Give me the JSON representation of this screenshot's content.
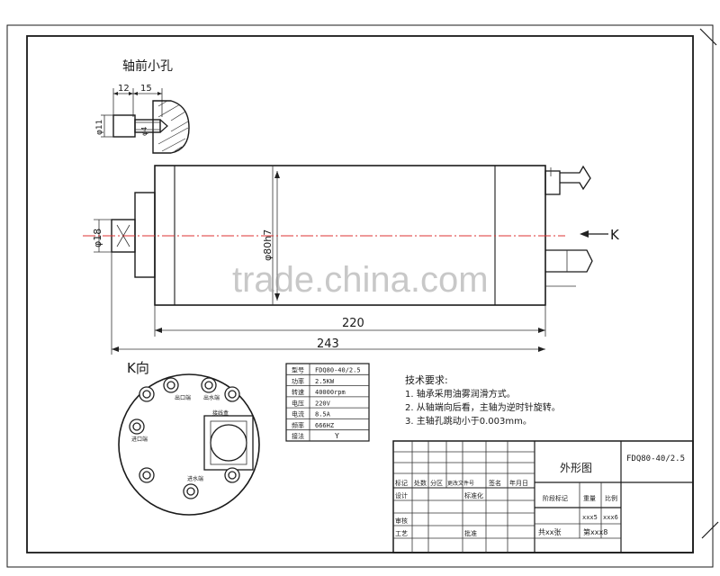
{
  "detail": {
    "title": "轴前小孔",
    "dim_a": "12",
    "dim_b": "15",
    "dim_c": "φ11",
    "dim_d": "φ4"
  },
  "main_view": {
    "dim_bore": "φ18",
    "dim_body": "φ80h7",
    "dim_220": "220",
    "dim_243": "243",
    "arrow_label": "K"
  },
  "watermark": "trade.china.com",
  "k_view": {
    "title": "K向",
    "port_labels": [
      "出口端",
      "出水端",
      "接线盒",
      "进口端",
      "进水端"
    ]
  },
  "spec_table": {
    "rows": [
      {
        "k": "型号",
        "v": "FDQ80-40/2.5"
      },
      {
        "k": "功率",
        "v": "2.5KW"
      },
      {
        "k": "转速",
        "v": "40000rpm"
      },
      {
        "k": "电压",
        "v": "220V"
      },
      {
        "k": "电流",
        "v": "8.5A"
      },
      {
        "k": "频率",
        "v": "666HZ"
      },
      {
        "k": "接法",
        "v": "Y"
      }
    ]
  },
  "tech_req": {
    "title": "技术要求:",
    "items": [
      "1. 轴承采用油雾润滑方式。",
      "2. 从轴端向后看，主轴为逆时针旋转。",
      "3. 主轴孔跳动小于0.003mm。"
    ]
  },
  "title_block": {
    "drawing_name": "外形图",
    "drawing_no": "FDQ80-40/2.5",
    "head_labels": [
      "标记",
      "处数",
      "分区",
      "更改文件号",
      "签名",
      "年月日"
    ],
    "row_labels": [
      "设计",
      "标准化",
      "审核",
      "工艺",
      "批准"
    ],
    "stage_labels": [
      "阶段标记",
      "重量",
      "比例"
    ],
    "weight": "xxx5",
    "scale": "xxx6",
    "sheets": "共xx张",
    "sheet": "第xxx8"
  }
}
